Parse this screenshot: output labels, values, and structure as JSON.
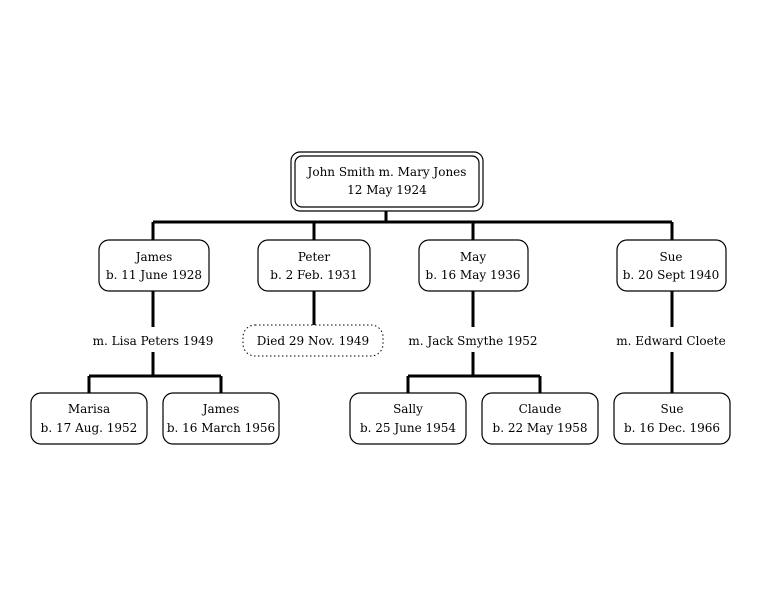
{
  "root": {
    "line1": "John Smith m. Mary Jones",
    "line2": "12 May 1924"
  },
  "children": [
    {
      "line1": "James",
      "line2": "b. 11 June 1928",
      "marriage": "m. Lisa Peters 1949"
    },
    {
      "line1": "Peter",
      "line2": "b. 2 Feb. 1931",
      "death": "Died 29 Nov. 1949"
    },
    {
      "line1": "May",
      "line2": "b. 16 May 1936",
      "marriage": "m. Jack Smythe 1952"
    },
    {
      "line1": "Sue",
      "line2": "b. 20 Sept 1940",
      "marriage": "m. Edward Cloete"
    }
  ],
  "grandchildren": [
    {
      "line1": "Marisa",
      "line2": "b. 17 Aug. 1952"
    },
    {
      "line1": "James",
      "line2": "b. 16 March 1956"
    },
    {
      "line1": "Sally",
      "line2": "b. 25 June 1954"
    },
    {
      "line1": "Claude",
      "line2": "b. 22 May 1958"
    },
    {
      "line1": "Sue",
      "line2": "b. 16 Dec. 1966"
    }
  ]
}
